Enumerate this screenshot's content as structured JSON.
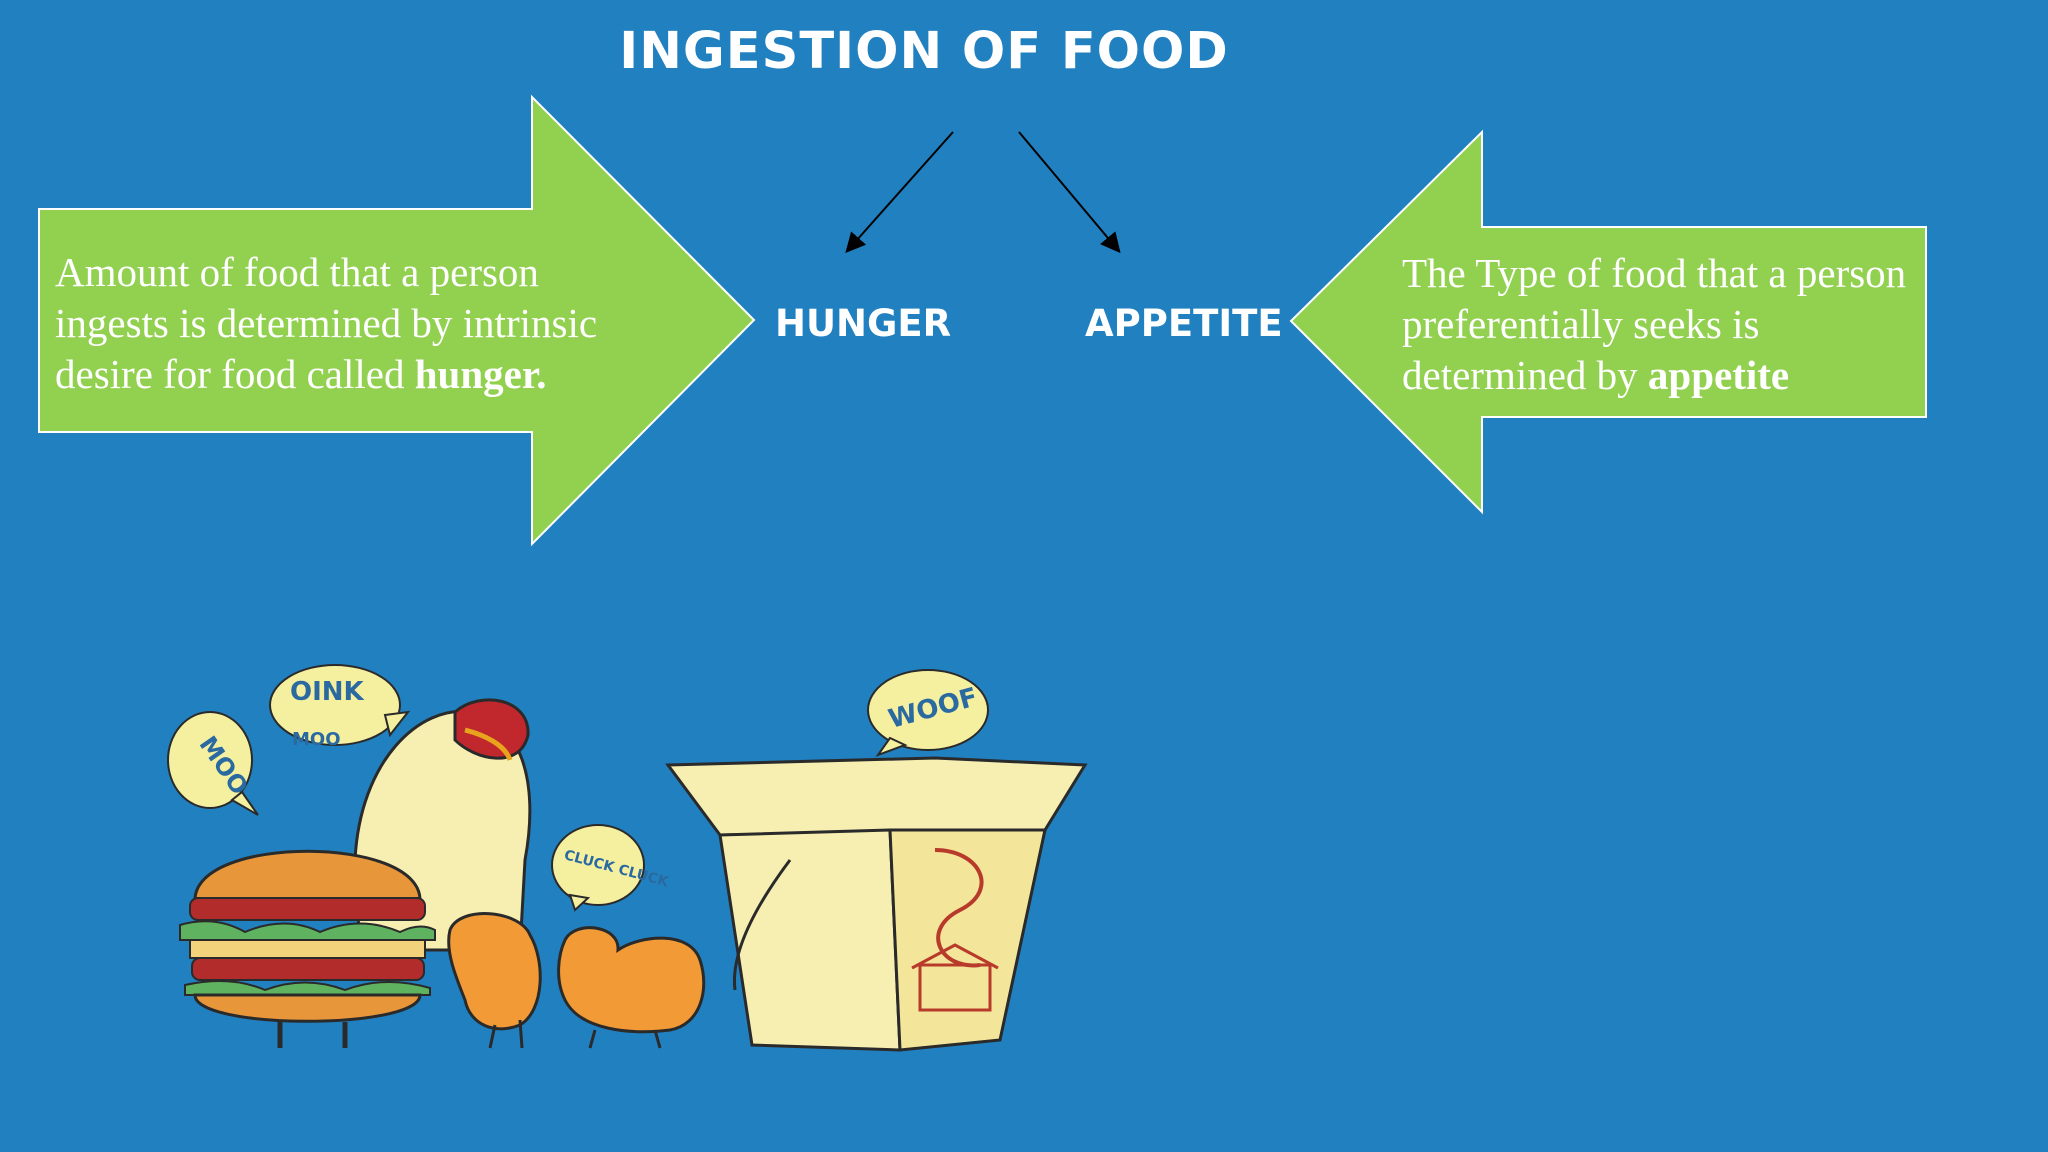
{
  "title": "INGESTION OF FOOD",
  "branches": {
    "hunger_label": "HUNGER",
    "appetite_label": "APPETITE"
  },
  "hunger_box": {
    "text": "Amount of food that a person ingests is determined by intrinsic desire for food called",
    "bold": "hunger."
  },
  "appetite_box": {
    "text": "The Type of food that a person preferentially seeks is determined by",
    "bold": "appetite"
  },
  "illustration": {
    "bubbles": [
      "MOO",
      "OINK",
      "MOO",
      "CLUCK CLUCK",
      "WOOF"
    ]
  },
  "colors": {
    "background": "#2180c0",
    "arrow_fill": "#92d050",
    "text": "#ffffff"
  }
}
